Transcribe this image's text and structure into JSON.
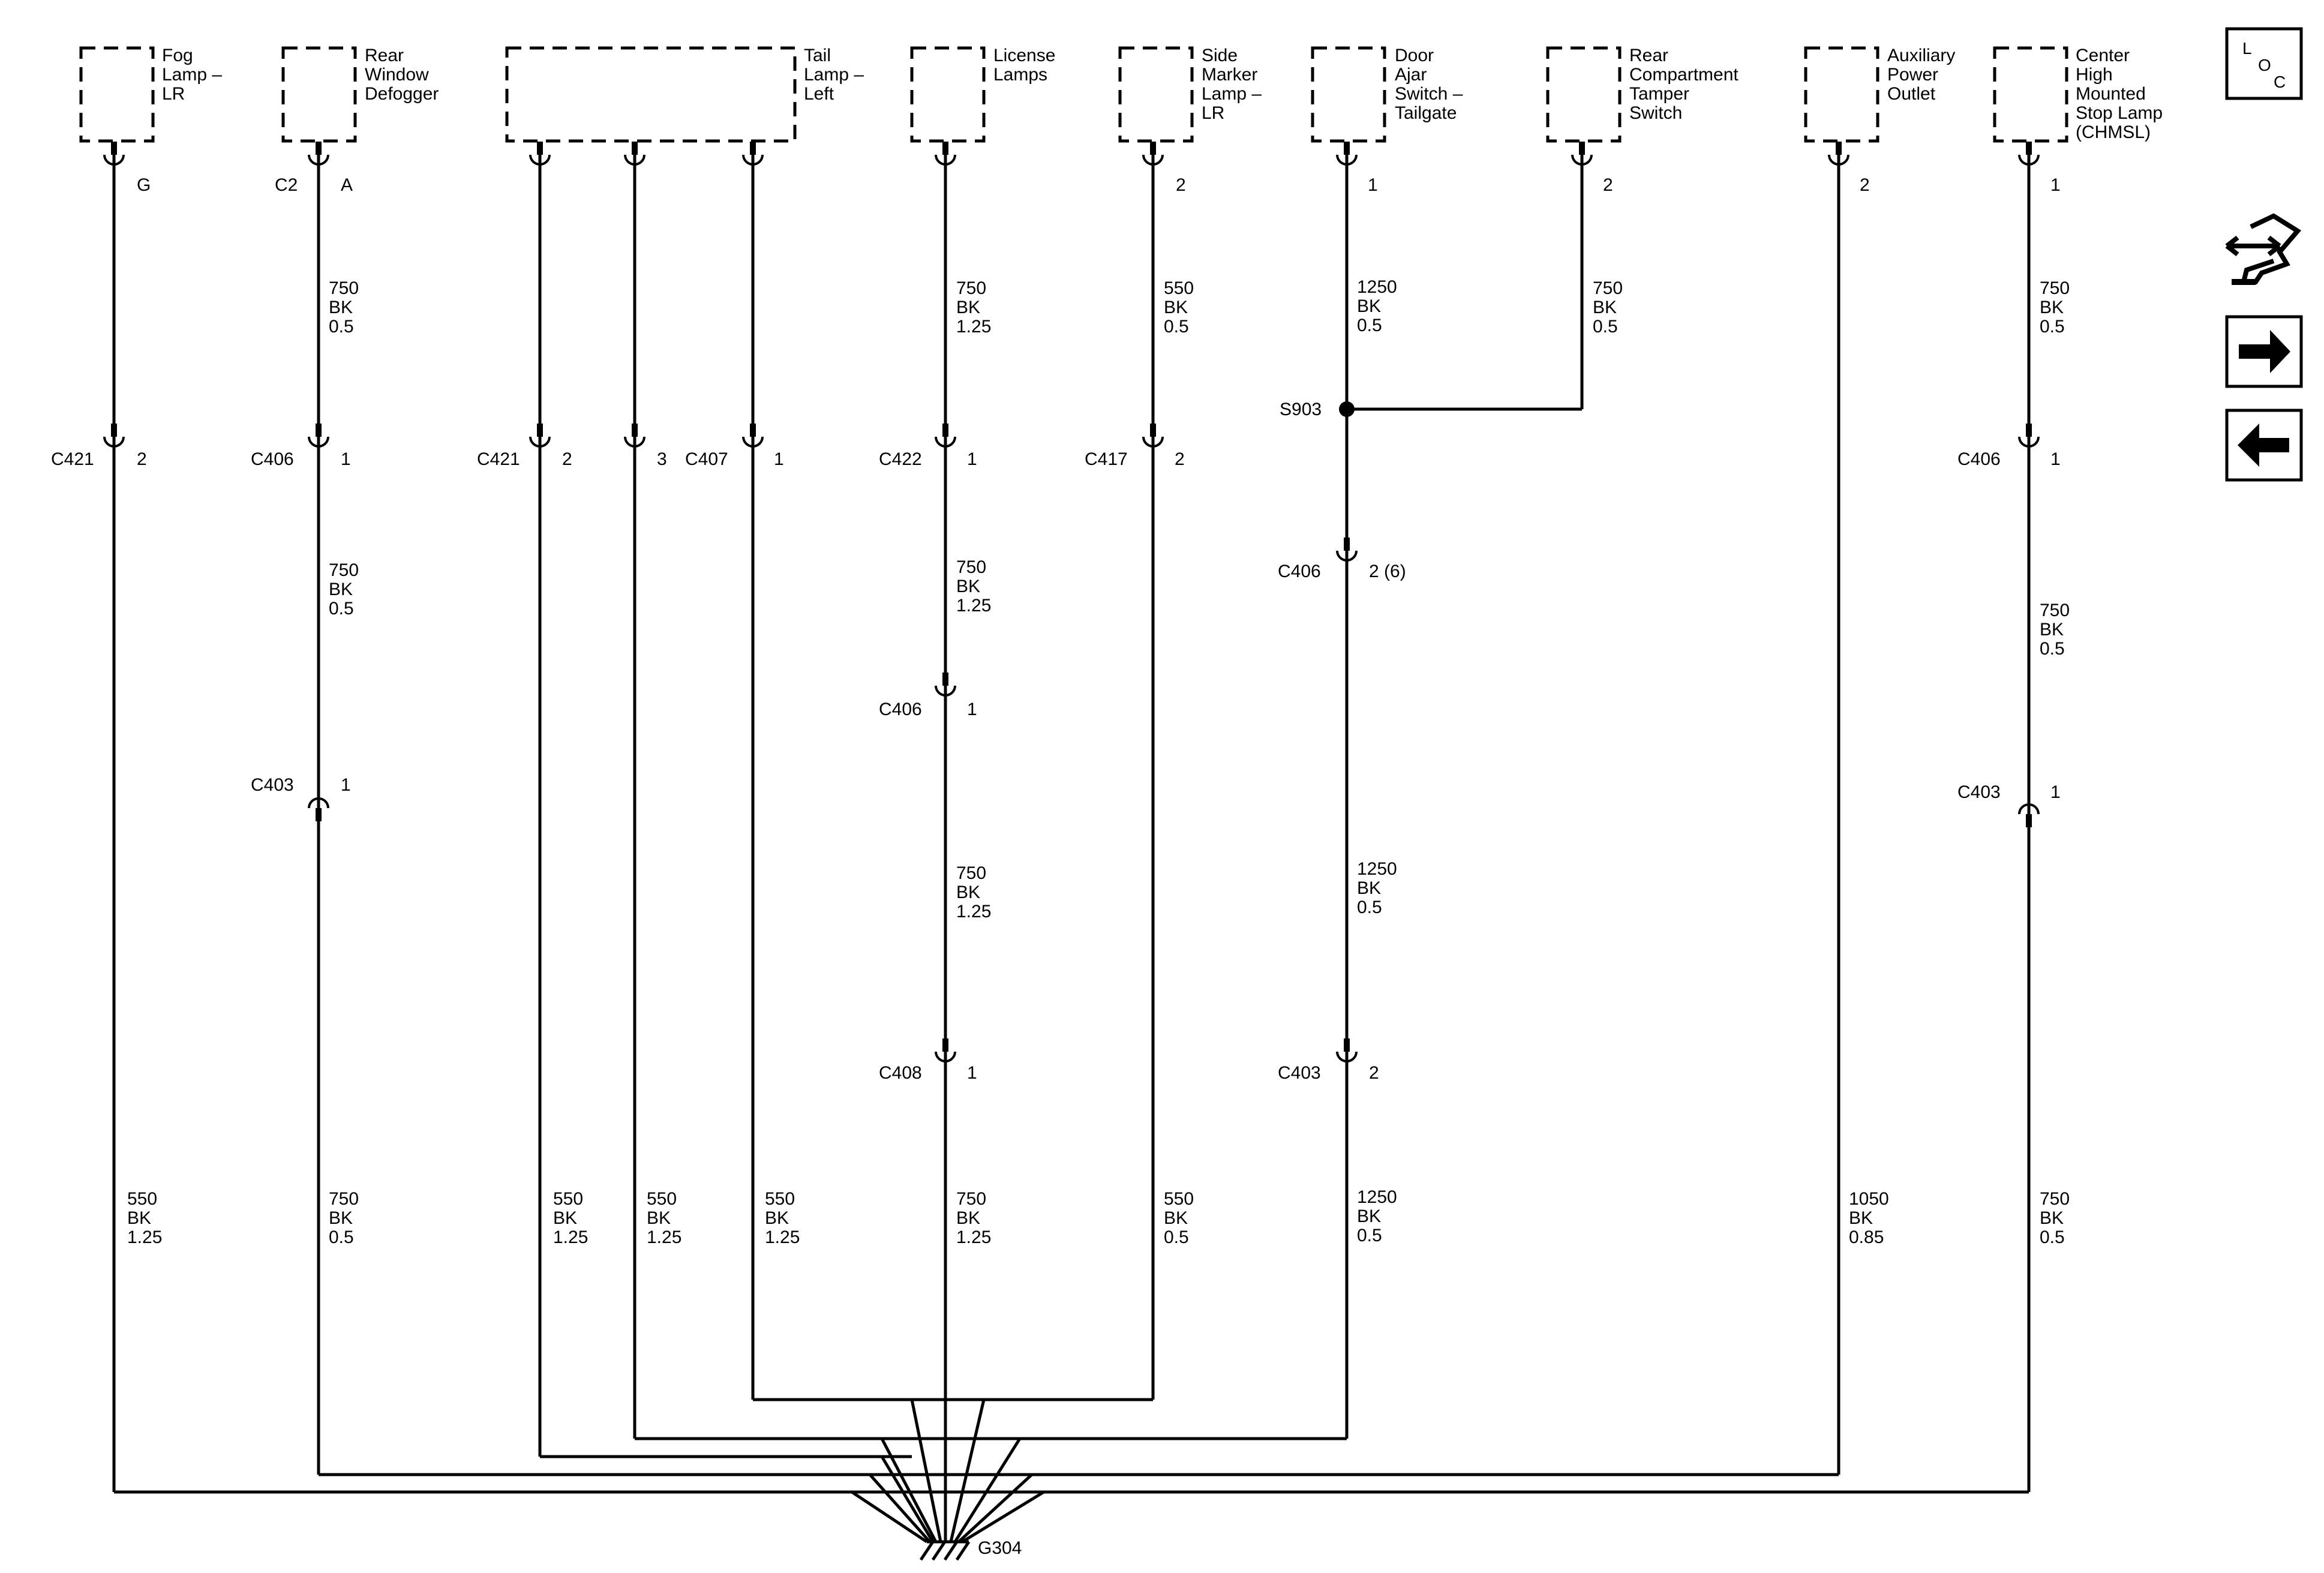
{
  "components": [
    {
      "id": "fog",
      "label": [
        "Fog",
        "Lamp –",
        "LR"
      ]
    },
    {
      "id": "rwd",
      "label": [
        "Rear",
        "Window",
        "Defogger"
      ]
    },
    {
      "id": "tail",
      "label": [
        "Tail",
        "Lamp –",
        "Left"
      ]
    },
    {
      "id": "lic",
      "label": [
        "License",
        "Lamps"
      ]
    },
    {
      "id": "side",
      "label": [
        "Side",
        "Marker",
        "Lamp –",
        "LR"
      ]
    },
    {
      "id": "door",
      "label": [
        "Door",
        "Ajar",
        "Switch –",
        "Tailgate"
      ]
    },
    {
      "id": "rct",
      "label": [
        "Rear",
        "Compartment",
        "Tamper",
        "Switch"
      ]
    },
    {
      "id": "aux",
      "label": [
        "Auxiliary",
        "Power",
        "Outlet"
      ]
    },
    {
      "id": "chmsl",
      "label": [
        "Center",
        "High",
        "Mounted",
        "Stop Lamp",
        "(CHMSL)"
      ]
    }
  ],
  "connectors": [
    {
      "name": "",
      "pin": "G"
    },
    {
      "name": "C2",
      "pin": "A"
    },
    {
      "name": "",
      "pin": "2"
    },
    {
      "name": "",
      "pin": "1"
    },
    {
      "name": "",
      "pin": "2"
    },
    {
      "name": "",
      "pin": "2"
    },
    {
      "name": "",
      "pin": "1"
    },
    {
      "name": "C421",
      "pin": "2"
    },
    {
      "name": "C406",
      "pin": "1"
    },
    {
      "name": "C421",
      "pin": "2"
    },
    {
      "name": "",
      "pin": "3"
    },
    {
      "name": "C407",
      "pin": "1"
    },
    {
      "name": "C422",
      "pin": "1"
    },
    {
      "name": "C417",
      "pin": "2"
    },
    {
      "name": "C406",
      "pin": "1"
    },
    {
      "name": "C406",
      "pin": "1"
    },
    {
      "name": "C406",
      "pin": "2 (6)"
    },
    {
      "name": "C403",
      "pin": "1"
    },
    {
      "name": "C403",
      "pin": "1"
    },
    {
      "name": "C408",
      "pin": "1"
    },
    {
      "name": "C403",
      "pin": "2"
    }
  ],
  "wire_labels": [
    [
      "750",
      "BK",
      "0.5"
    ],
    [
      "750",
      "BK",
      "1.25"
    ],
    [
      "550",
      "BK",
      "0.5"
    ],
    [
      "1250",
      "BK",
      "0.5"
    ],
    [
      "750",
      "BK",
      "0.5"
    ],
    [
      "750",
      "BK",
      "0.5"
    ],
    [
      "750",
      "BK",
      "0.5"
    ],
    [
      "750",
      "BK",
      "1.25"
    ],
    [
      "750",
      "BK",
      "0.5"
    ],
    [
      "750",
      "BK",
      "1.25"
    ],
    [
      "1250",
      "BK",
      "0.5"
    ],
    [
      "550",
      "BK",
      "1.25"
    ],
    [
      "750",
      "BK",
      "0.5"
    ],
    [
      "550",
      "BK",
      "1.25"
    ],
    [
      "550",
      "BK",
      "1.25"
    ],
    [
      "550",
      "BK",
      "1.25"
    ],
    [
      "750",
      "BK",
      "1.25"
    ],
    [
      "550",
      "BK",
      "0.5"
    ],
    [
      "1250",
      "BK",
      "0.5"
    ],
    [
      "1050",
      "BK",
      "0.85"
    ],
    [
      "750",
      "BK",
      "0.5"
    ]
  ],
  "splice": {
    "name": "S903"
  },
  "ground": {
    "name": "G304"
  },
  "side_icons": {
    "loc": {
      "letters": [
        "L",
        "O",
        "C"
      ]
    },
    "icons": [
      "connector-info-icon",
      "next-page-arrow-icon",
      "previous-page-arrow-icon"
    ]
  }
}
